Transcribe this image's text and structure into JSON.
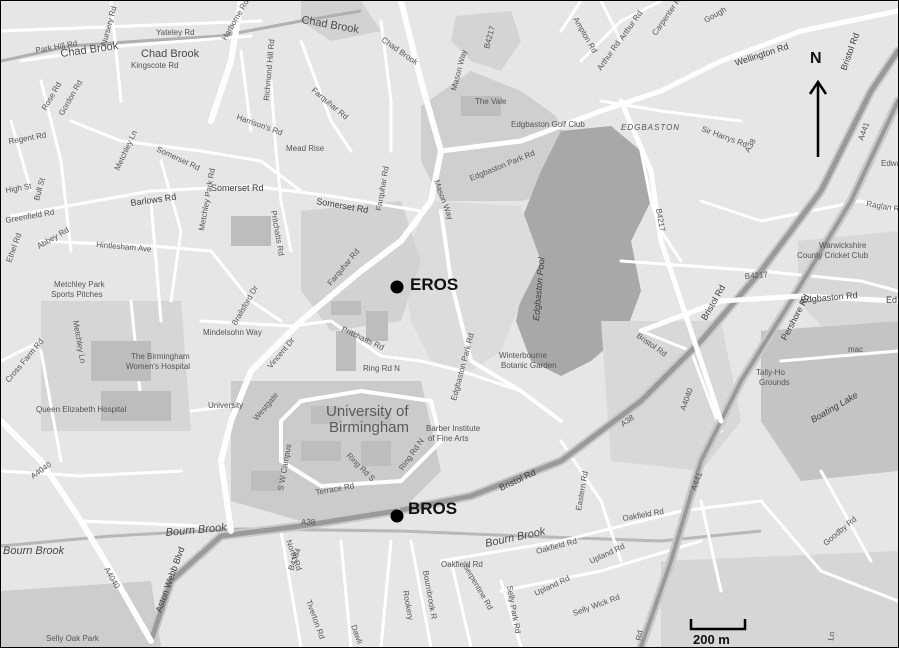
{
  "map": {
    "north_label": "N",
    "scale_label": "200 m",
    "markers": [
      {
        "id": "eros",
        "label": "EROS"
      },
      {
        "id": "bros",
        "label": "BROS"
      }
    ],
    "labels": {
      "chad_brook_1": "Chad Brook",
      "chad_brook_2": "Chad Brook",
      "chad_brook_3": "Chad Brook",
      "chad_brook_4": "Chad Brook",
      "yateley_rd": "Yateley Rd",
      "harborne_rd": "Harborne Rd",
      "park_hill_rd": "Park Hill Rd",
      "nursery_rd": "Nursery Rd",
      "kingscote_rd": "Kingscote Rd",
      "richmond_hill_rd": "Richmond Hill Rd",
      "rose_rd": "Rose Rd",
      "gordon_rd": "Gordon Rd",
      "farquhar_rd_1": "Farquhar Rd",
      "farquhar_rd_2": "Farquhar Rd",
      "farquhar_rd_3": "Farquhar Rd",
      "mason_way_1": "Mason Way",
      "mason_way_2": "Mason Way",
      "b4217_1": "B4217",
      "b4217_2": "B4217",
      "b4217_3": "B4217",
      "ampton_rd": "Ampton Rd",
      "arthur_rd_1": "Arthur Rd",
      "arthur_rd_2": "Arthur Rd",
      "carpenter_rd": "Carpenter Rd",
      "gough": "Gough",
      "wellington_rd": "Wellington Rd",
      "bristol_rd_1": "Bristol Rd",
      "bristol_rd_2": "Bristol Rd",
      "bristol_rd_3": "Bristol Rd",
      "bristol_rd_4": "Bristol Rd",
      "the_vale": "The Vale",
      "edgbaston_golf_club": "Edgbaston Golf Club",
      "edgbaston": "EDGBASTON",
      "sir_harrys_rd": "Sir Harrys Rd",
      "regent_rd": "Regent Rd",
      "metchley_ln_1": "Metchley Ln",
      "metchley_ln_2": "Metchley Ln",
      "somerset_rd_1": "Somerset Rd",
      "somerset_rd_2": "Somerset Rd",
      "somerset_rd_3": "Somerset Rd",
      "harrisons_rd": "Harrison's Rd",
      "mead_rise": "Mead Rise",
      "edgbaston_park_rd_1": "Edgbaston Park Rd",
      "edgbaston_park_rd_2": "Edgbaston Park Rd",
      "high_st": "High St",
      "bull_st": "Bull St",
      "barlows_rd": "Barlows Rd",
      "metchley_park_rd": "Metchley Park Rd",
      "pritchatts_rd_1": "Pritchatts Rd",
      "pritchatts_rd_2": "Pritchatts Rd",
      "greenfield_rd": "Greenfield Rd",
      "abbey_rd": "Abbey Rd",
      "ethel_rd": "Ethel Rd",
      "hintlesham_ave": "Hintlesham Ave",
      "a38_1": "A38",
      "a38_2": "A38",
      "a38_3": "A38",
      "edwa": "Edwa",
      "raglan_rd": "Raglan Rd",
      "warwickshire_ccc_1": "Warwickshire",
      "warwickshire_ccc_2": "County Cricket Club",
      "metchley_park_1": "Metchley Park",
      "metchley_park_2": "Sports Pitches",
      "brailsford_dr": "Brailsford Dr",
      "edgbaston_pool": "Edgbaston Pool",
      "b4217_edgbaston_rd": "Edgbaston Rd",
      "ed": "Ed",
      "mindelsohn_way": "Mindelsohn Way",
      "vincent_dr": "Vincent Dr",
      "pershore_rd": "Pershore Rd",
      "winterbourne_1": "Winterbourne",
      "winterbourne_2": "Botanic Garden",
      "womens_hospital_1": "The Birmingham",
      "womens_hospital_2": "Women's Hospital",
      "mac": "mac",
      "cross_farm_rd": "Cross Farm Rd",
      "tally_ho_1": "Tally-Ho",
      "tally_ho_2": "Grounds",
      "a4040_1": "A4040",
      "a4040_2": "A4040",
      "a4040_3": "A4040",
      "a441_1": "A441",
      "a441_2": "A441",
      "ring_rd_n_1": "Ring Rd N",
      "ring_rd_n_2": "Ring Rd N",
      "ring_rd_s": "Ring Rd S",
      "boating_lake": "Boating Lake",
      "queen_elizabeth_hospital": "Queen Elizabeth Hospital",
      "university_station": "University",
      "westgate": "Westgate",
      "university_1": "University of",
      "university_2": "Birmingham",
      "barber_1": "Barber Institute",
      "barber_2": "of Fine Arts",
      "s_w_campus": "S W Campus",
      "terrace_rd": "Terrace Rd",
      "eastern_rd": "Eastern Rd",
      "oakfield_rd_1": "Oakfield Rd",
      "oakfield_rd_2": "Oakfield Rd",
      "oakfield_rd_3": "Oakfield Rd",
      "goodby_rd": "Goodby Rd",
      "bourn_brook_1": "Bourn Brook",
      "bourn_brook_2": "Bourn Brook",
      "bourn_brook_3": "Bourn Brook",
      "aston_webb_blvd": "Aston Webb Blvd",
      "north_rd": "North Rd",
      "b4384": "B4384",
      "upland_rd_1": "Upland Rd",
      "upland_rd_2": "Upland Rd",
      "serpentine_rd": "Serpentine Rd",
      "selly_park_rd": "Selly Park Rd",
      "selly_wick_rd": "Selly Wick Rd",
      "tiverton_rd": "Tiverton Rd",
      "dawlish": "Dawli",
      "rookery": "Rookery",
      "bournbrook_rd": "Bournbrook R",
      "rd_bottom": "Rd",
      "selly_oak_park": "Selly Oak Park",
      "ln_right": "Ln"
    }
  }
}
